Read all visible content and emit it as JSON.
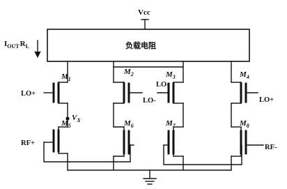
{
  "supply": {
    "label": "Vcc"
  },
  "load": {
    "label": "负载电阻"
  },
  "current_label": {
    "main": "I",
    "main_sub": "OUT",
    "res": "R",
    "res_sub": "L"
  },
  "node": {
    "main": "V",
    "sub": "X"
  },
  "transistors": [
    {
      "main": "M",
      "sub": "1"
    },
    {
      "main": "M",
      "sub": "2"
    },
    {
      "main": "M",
      "sub": "3"
    },
    {
      "main": "M",
      "sub": "4"
    },
    {
      "main": "M",
      "sub": "5"
    },
    {
      "main": "M",
      "sub": "6"
    },
    {
      "main": "M",
      "sub": "7"
    },
    {
      "main": "M",
      "sub": "8"
    }
  ],
  "ports": {
    "lo_plus_left": "LO+",
    "lo_minus_2": "LO-",
    "lo_minus_3": "LO-",
    "lo_plus_right": "LO+",
    "rf_plus": "RF+",
    "rf_minus": "RF-"
  }
}
